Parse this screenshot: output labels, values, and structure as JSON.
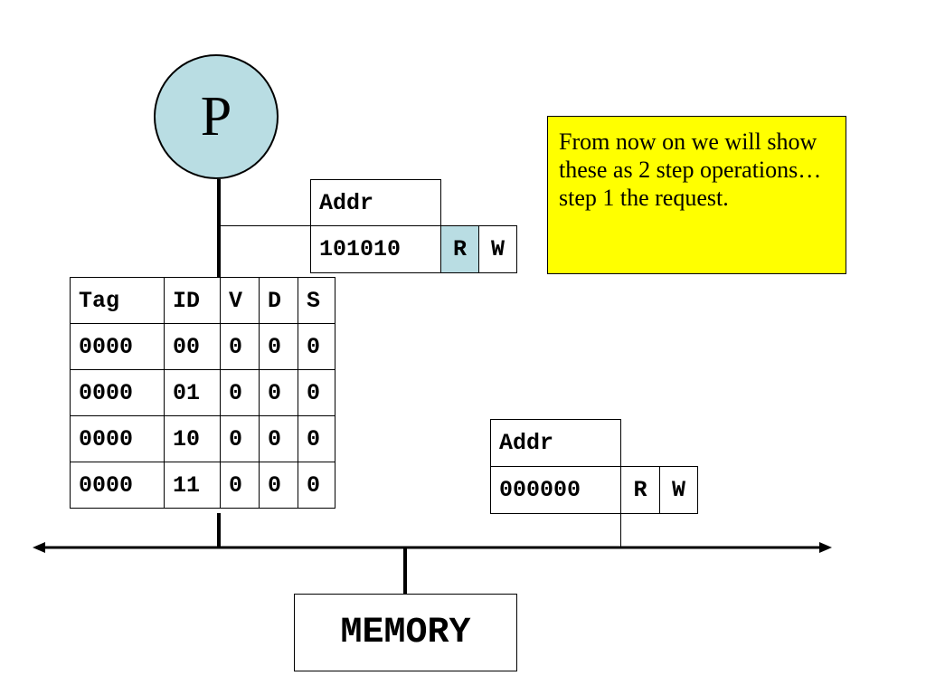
{
  "processor": {
    "label": "P",
    "color": "#b9dde3"
  },
  "request_top": {
    "addr_header": "Addr",
    "addr_value": "101010",
    "r_label": "R",
    "w_label": "W",
    "r_highlight_color": "#b9dde3"
  },
  "cache_table": {
    "headers": [
      "Tag",
      "ID",
      "V",
      "D",
      "S"
    ],
    "rows": [
      [
        "0000",
        "00",
        "0",
        "0",
        "0"
      ],
      [
        "0000",
        "01",
        "0",
        "0",
        "0"
      ],
      [
        "0000",
        "10",
        "0",
        "0",
        "0"
      ],
      [
        "0000",
        "11",
        "0",
        "0",
        "0"
      ]
    ]
  },
  "request_bus": {
    "addr_header": "Addr",
    "addr_value": "000000",
    "r_label": "R",
    "w_label": "W"
  },
  "note": {
    "text": "From now on we will show these as 2 step operations…step 1 the request.",
    "background": "#ffff00"
  },
  "memory": {
    "label": "MEMORY"
  }
}
